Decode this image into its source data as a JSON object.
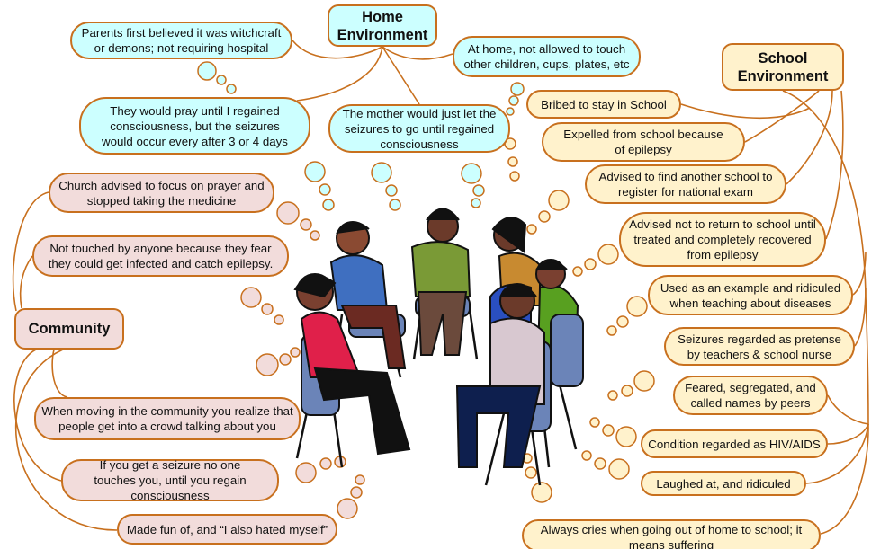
{
  "colors": {
    "home": "#ccffff",
    "school": "#fff2cc",
    "community": "#f2dcdb",
    "border": "#c8701e"
  },
  "home": {
    "title": "Home Environment",
    "items": [
      "Parents first believed it was witchcraft or demons; not requiring hospital",
      "At home,  not allowed to touch other children, cups, plates, etc",
      "They would pray until I regained consciousness, but the seizures would occur every after 3 or 4 days",
      "The mother would just let the seizures to go until regained consciousness"
    ]
  },
  "school": {
    "title": "School Environment",
    "items": [
      "Bribed to stay in School",
      "Expelled from school because of epilepsy",
      "Advised to find another school to register for national exam",
      "Advised not to return to school until treated and completely recovered from epilepsy",
      "Used as an example and ridiculed when teaching about diseases",
      "Seizures regarded as pretense by teachers & school nurse",
      "Feared, segregated, and called names by peers",
      "Condition regarded as HIV/AIDS",
      "Laughed at, and ridiculed",
      "Always cries when going out of home to school; it means suffering"
    ]
  },
  "community": {
    "title": "Community",
    "items": [
      "Church advised to focus on prayer and stopped taking the medicine",
      "Not touched by anyone because they fear they could get infected and catch epilepsy.",
      "When moving in the community  you realize that people get into a crowd talking about you",
      "If you get a seizure no one touches you, until you regain consciousness",
      "Made fun of, and “I also hated myself”"
    ]
  }
}
